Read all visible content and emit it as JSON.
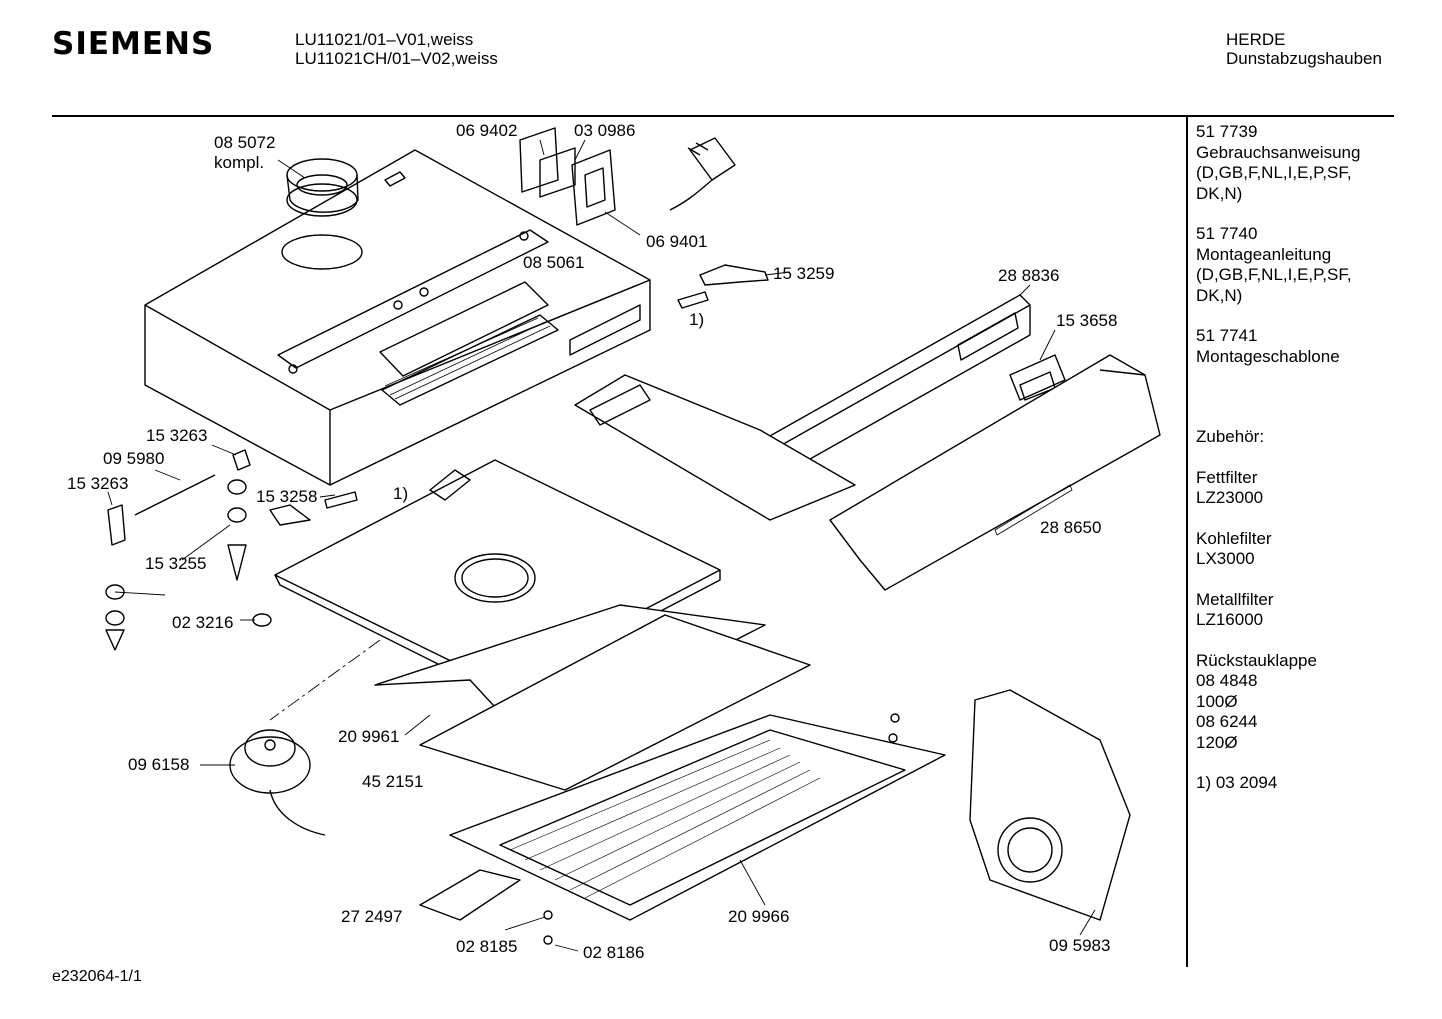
{
  "header": {
    "brand": "SIEMENS",
    "model_line_1": "LU11021/01–V01,weiss",
    "model_line_2": "LU11021CH/01–V02,weiss",
    "category_line_1": "HERDE",
    "category_line_2": "Dunstabzugshauben"
  },
  "sidebar": {
    "items": [
      {
        "code": "51 7739",
        "text_1": "Gebrauchsanweisung",
        "text_2": "(D,GB,F,NL,I,E,P,SF,",
        "text_3": "DK,N)"
      },
      {
        "code": "51 7740",
        "text_1": "Montageanleitung",
        "text_2": "(D,GB,F,NL,I,E,P,SF,",
        "text_3": "DK,N)"
      },
      {
        "code": "51 7741",
        "text_1": "Montageschablone"
      }
    ],
    "accessories_heading": "Zubehör:",
    "accessories": [
      {
        "name": "Fettfilter",
        "code": "LZ23000"
      },
      {
        "name": "Kohlefilter",
        "code": "LX3000"
      },
      {
        "name": "Metallfilter",
        "code": "LZ16000"
      }
    ],
    "backflow": {
      "name": "Rückstauklappe",
      "code_1": "08 4848",
      "size_1": "100Ø",
      "code_2": "08 6244",
      "size_2": "120Ø"
    },
    "note": "1)  03 2094"
  },
  "labels": {
    "p085072": "08 5072",
    "kompl": "kompl.",
    "p069402": "06 9402",
    "p030986": "03 0986",
    "p069401": "06 9401",
    "p085061": "08 5061",
    "p153259": "15 3259",
    "note1a": "1)",
    "p288836": "28 8836",
    "p153658": "15 3658",
    "p153263a": "15 3263",
    "p095980": "09 5980",
    "p153263b": "15 3263",
    "p153258": "15 3258",
    "note1b": "1)",
    "p153255": "15 3255",
    "p288650": "28 8650",
    "p023216": "02 3216",
    "p209961": "20 9961",
    "p096158": "09 6158",
    "p452151": "45 2151",
    "p272497": "27 2497",
    "p209966": "20 9966",
    "p028185": "02 8185",
    "p028186": "02 8186",
    "p095983": "09 5983"
  },
  "footer": {
    "doc_id": "e232064-1/1"
  }
}
